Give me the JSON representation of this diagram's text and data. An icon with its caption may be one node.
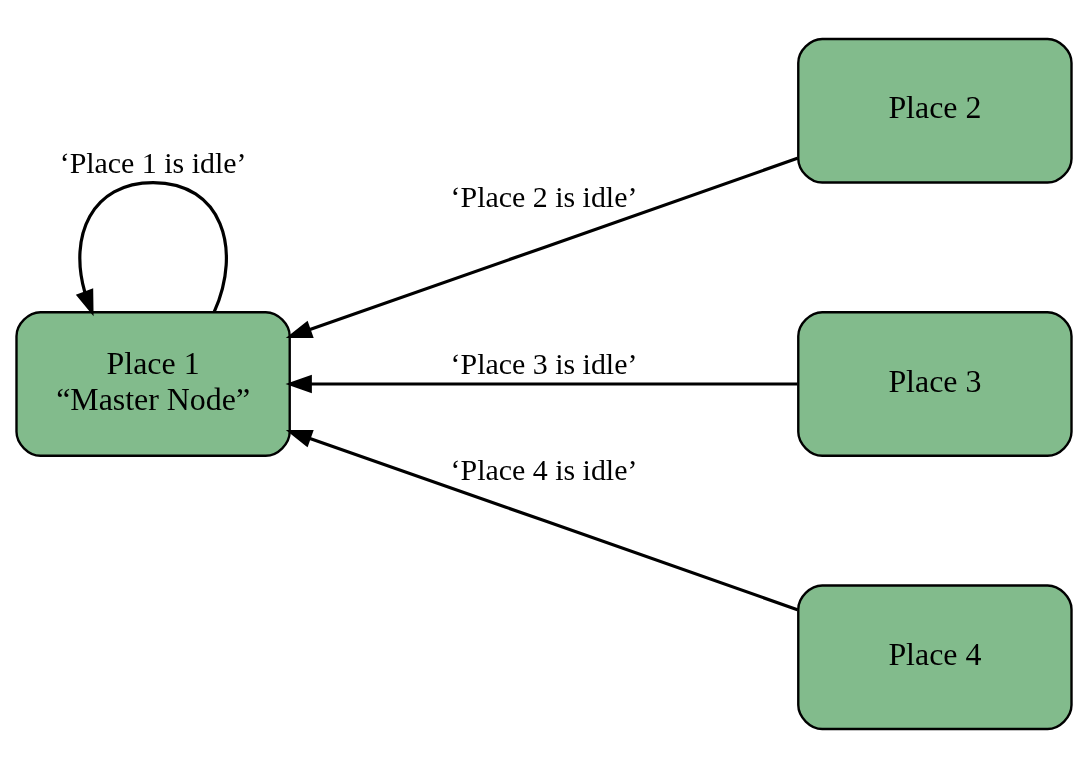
{
  "diagram": {
    "nodes": [
      {
        "text": [
          "Place 1",
          "“Master Node”"
        ]
      },
      {
        "text": [
          "Place 2"
        ]
      },
      {
        "text": [
          "Place 3"
        ]
      },
      {
        "text": [
          "Place 4"
        ]
      }
    ],
    "edges": [
      {
        "from": 0,
        "to": 0,
        "arrow": "to",
        "label": "‘Place 1 is idle’"
      },
      {
        "from": 1,
        "to": 0,
        "arrow": "to",
        "label": "‘Place 2 is idle’"
      },
      {
        "from": 2,
        "to": 0,
        "arrow": "to",
        "label": "‘Place 3 is idle’"
      },
      {
        "from": 3,
        "to": 0,
        "arrow": "to",
        "label": "‘Place 4 is idle’"
      }
    ]
  }
}
